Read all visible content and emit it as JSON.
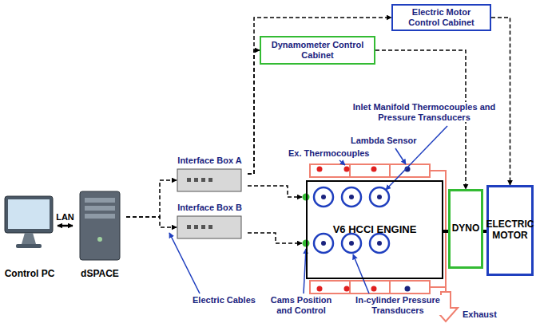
{
  "diagram": {
    "nodes": [
      {
        "text": [
          "Control PC"
        ]
      },
      {
        "text": [
          "dSPACE"
        ]
      },
      {
        "text": [
          "Interface Box A"
        ]
      },
      {
        "text": [
          "Interface Box B"
        ]
      },
      {
        "text": [
          "Dynamometer Control Cabinet"
        ]
      },
      {
        "text": [
          "Electric Motor Control Cabinet"
        ]
      },
      {
        "text": [
          "V6 HCCI ENGINE"
        ]
      },
      {
        "text": [
          "DYNO"
        ]
      },
      {
        "text": [
          "ELECTRIC MOTOR"
        ]
      }
    ],
    "edges": [
      {
        "from": 0,
        "to": 1,
        "label": "LAN",
        "arrow": "both"
      },
      {
        "from": 1,
        "to": 2,
        "arrow": "to"
      },
      {
        "from": 1,
        "to": 3,
        "arrow": "to"
      },
      {
        "from": 2,
        "to": 4,
        "arrow": "to"
      },
      {
        "from": 2,
        "to": 5,
        "arrow": "to"
      },
      {
        "from": 2,
        "to": 6,
        "arrow": "to"
      },
      {
        "from": 3,
        "to": 6,
        "arrow": "to"
      },
      {
        "from": 4,
        "to": 7,
        "arrow": "to"
      },
      {
        "from": 5,
        "to": 8,
        "arrow": "to"
      },
      {
        "from": 6,
        "to": 7,
        "arrow": "none"
      },
      {
        "from": 7,
        "to": 8,
        "arrow": "none"
      }
    ],
    "labels": [
      "Inlet Manifold Thermocouples and Pressure Transducers",
      "Lambda Sensor",
      "Ex. Thermocouples",
      "Electric Cables",
      "Cams Position and Control",
      "In-cylinder Pressure Transducers",
      "Exhaust"
    ]
  }
}
